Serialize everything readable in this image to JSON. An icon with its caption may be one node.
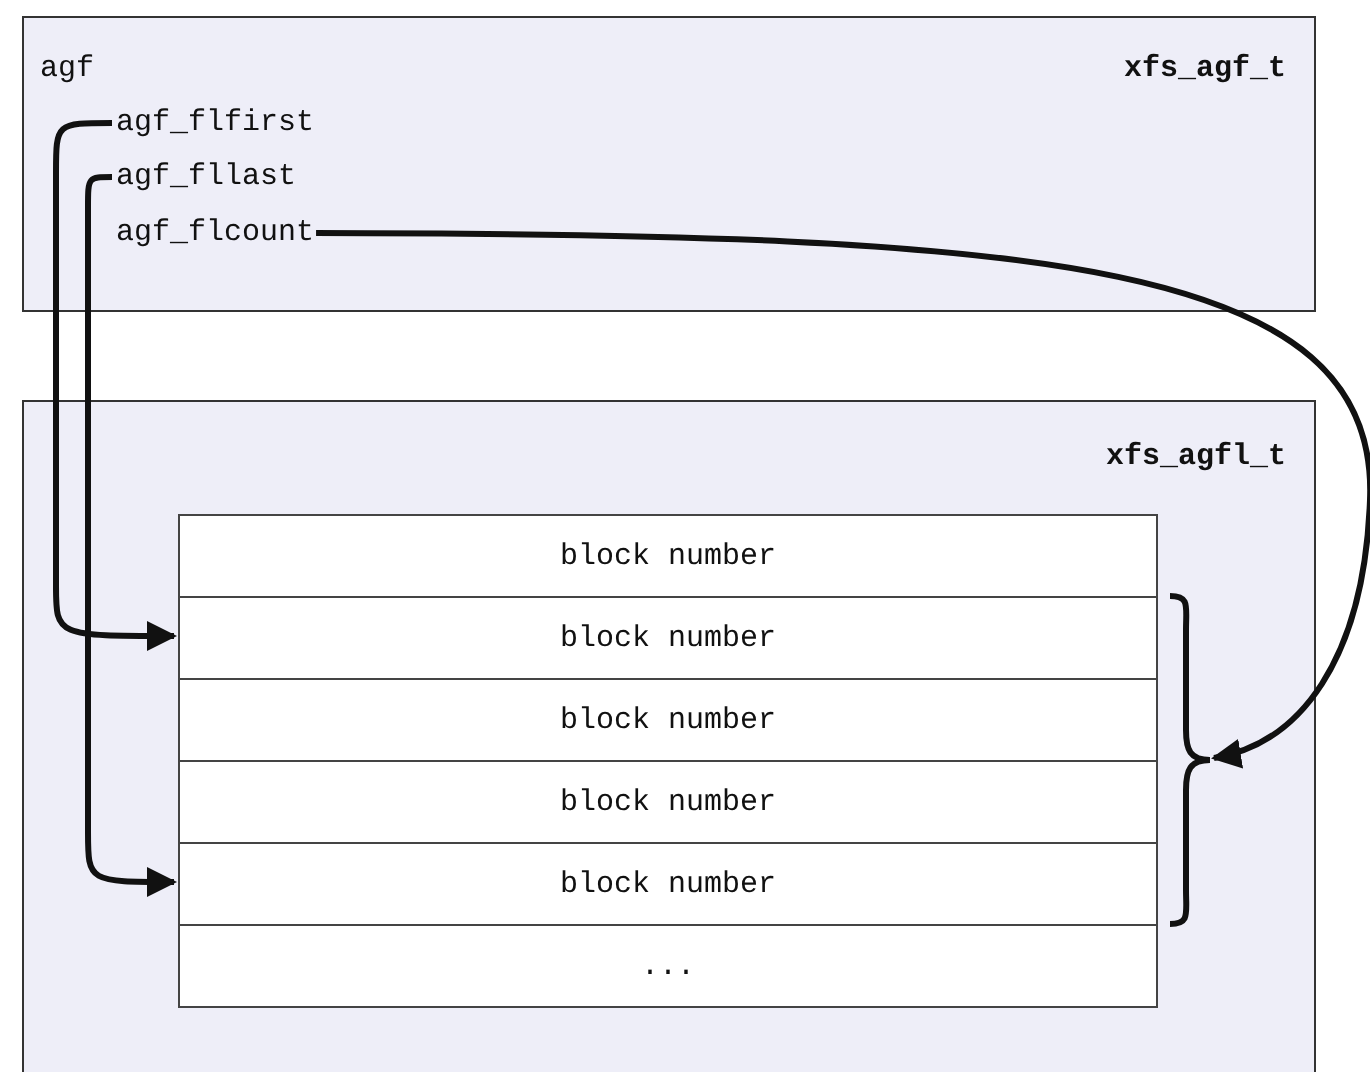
{
  "diagram": {
    "nodes": [
      {
        "text": [
          "agf",
          "xfs_agf_t"
        ]
      },
      {
        "text": [
          "agf_flfirst"
        ],
        "in": 0
      },
      {
        "text": [
          "agf_fllast"
        ],
        "in": 0
      },
      {
        "text": [
          "agf_flcount"
        ],
        "in": 0
      },
      {
        "text": [
          "xfs_agfl_t"
        ]
      },
      {
        "text": [
          "block number"
        ],
        "in": 4
      },
      {
        "text": [
          "block number"
        ],
        "in": 4
      },
      {
        "text": [
          "block number"
        ],
        "in": 4
      },
      {
        "text": [
          "block number"
        ],
        "in": 4
      },
      {
        "text": [
          "block number"
        ],
        "in": 4
      },
      {
        "text": [
          "..."
        ],
        "in": 4
      },
      {
        "text": [],
        "shape": "bracket",
        "in": 4
      }
    ],
    "edges": [
      {
        "from": 1,
        "to": 6,
        "arrow": "to"
      },
      {
        "from": 2,
        "to": 9,
        "arrow": "to"
      },
      {
        "from": 3,
        "to": 11,
        "arrow": "to"
      }
    ]
  }
}
